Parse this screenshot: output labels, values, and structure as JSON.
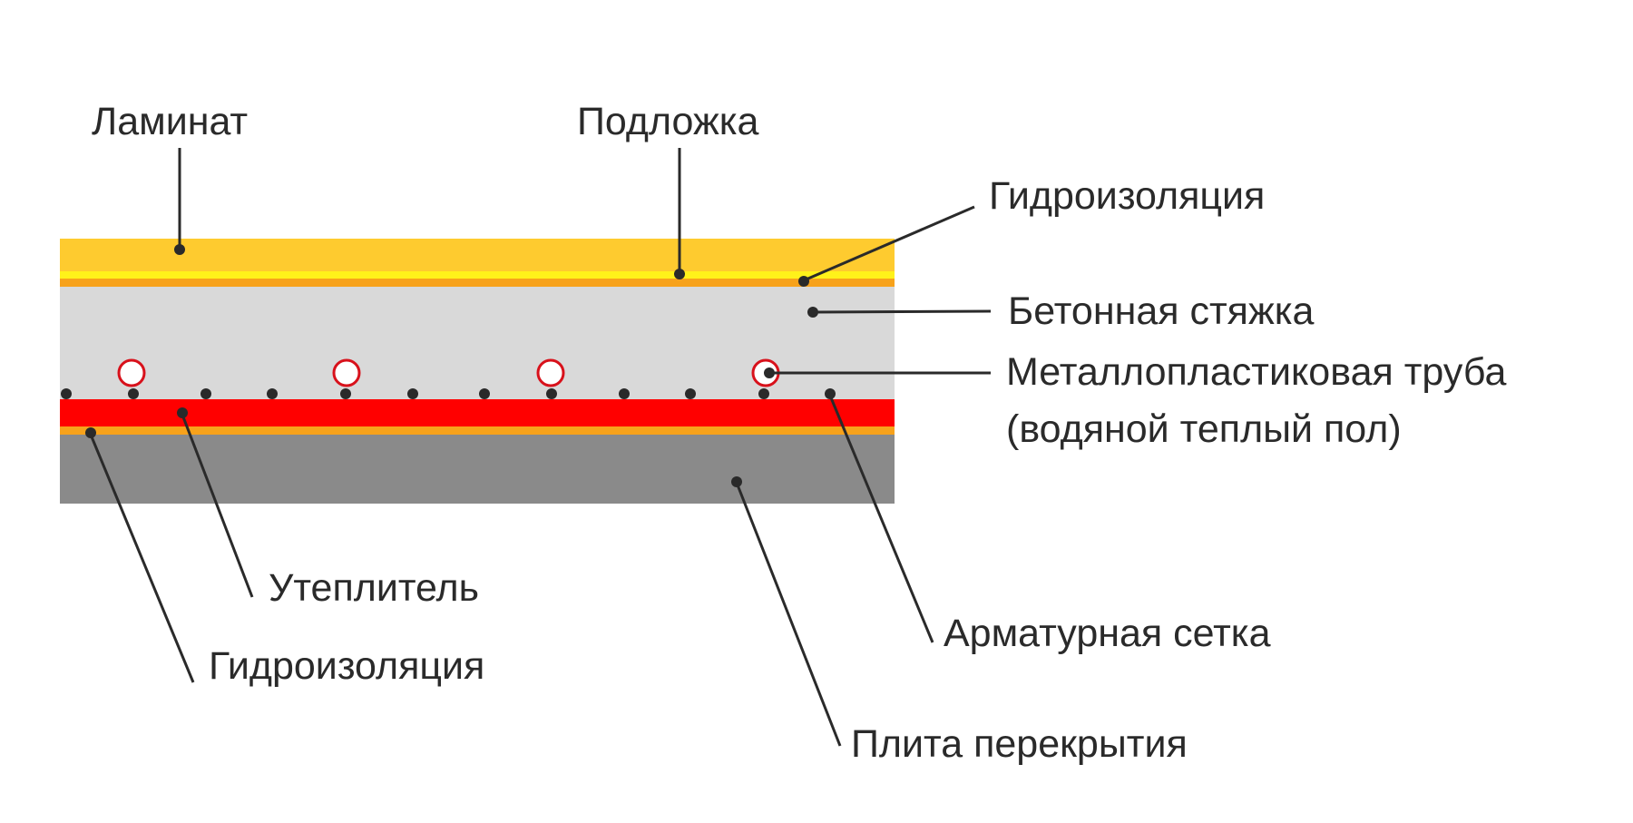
{
  "labels": {
    "laminate": "Ламинат",
    "underlay": "Подложка",
    "waterproofing_top": "Гидроизоляция",
    "concrete_screed": "Бетонная стяжка",
    "pipe_line1": "Металлопластиковая труба",
    "pipe_line2": "(водяной теплый пол)",
    "insulation": "Утеплитель",
    "waterproofing_bottom": "Гидроизоляция",
    "rebar_mesh": "Арматурная сетка",
    "floor_slab": "Плита перекрытия"
  },
  "colors": {
    "laminate": "#fecb2f",
    "underlay": "#fff21a",
    "waterproofing": "#f7a21b",
    "screed": "#d9d9d9",
    "insulation": "#ff0000",
    "slab": "#8a8a8a",
    "pipe_stroke": "#d8111b",
    "leader": "#2a2a2a"
  }
}
